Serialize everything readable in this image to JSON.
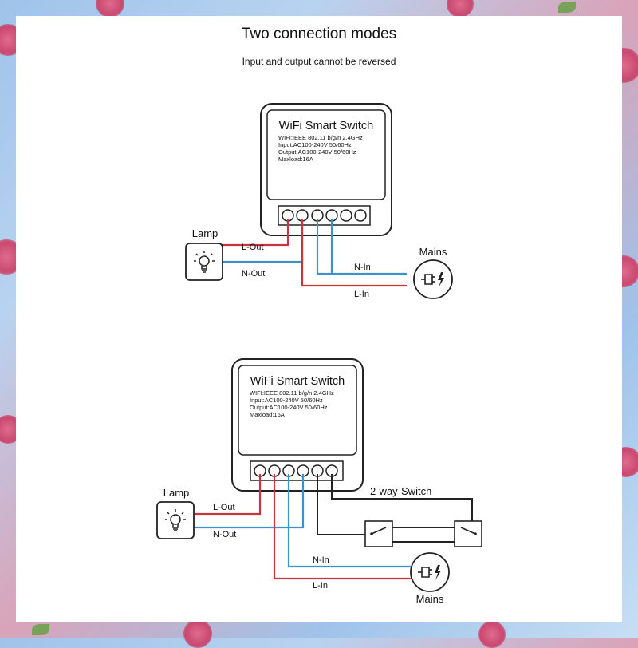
{
  "page": {
    "title": "Two connection modes",
    "subtitle": "Input and output cannot be reversed"
  },
  "diagram1": {
    "device": {
      "name": "WiFi Smart Switch",
      "spec_wifi": "WIFI:IEEE 802.11 b/g/n 2.4GHz",
      "spec_input": "Input:AC100-240V 50/60Hz",
      "spec_output": "Output:AC100-240V 50/60Hz",
      "spec_maxload": "Maxload:16A"
    },
    "lamp_label": "Lamp",
    "mains_label": "Mains",
    "wire_l_out": "L-Out",
    "wire_n_out": "N-Out",
    "wire_n_in": "N-In",
    "wire_l_in": "L-In"
  },
  "diagram2": {
    "device": {
      "name": "WiFi Smart Switch",
      "spec_wifi": "WIFI:IEEE 802.11 b/g/n 2.4GHz",
      "spec_input": "Input:AC100-240V 50/60Hz",
      "spec_output": "Output:AC100-240V 50/60Hz",
      "spec_maxload": "Maxload:16A"
    },
    "lamp_label": "Lamp",
    "mains_label": "Mains",
    "switch_label": "2-way-Switch",
    "wire_l_out": "L-Out",
    "wire_n_out": "N-Out",
    "wire_n_in": "N-In",
    "wire_l_in": "L-In"
  },
  "colors": {
    "live_wire": "#c9353f",
    "neutral_wire": "#3b93c7",
    "switch_wire": "#222222",
    "outline": "#222222"
  }
}
